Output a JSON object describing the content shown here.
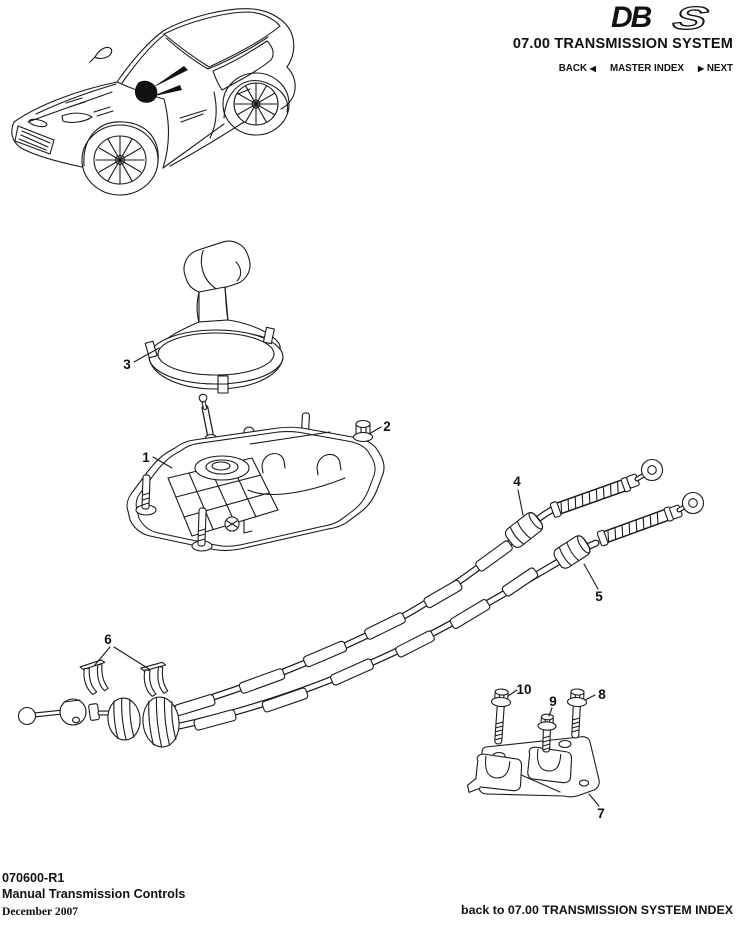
{
  "brand": {
    "logo_db": "DB",
    "logo_s": "S"
  },
  "header": {
    "title": "07.00 TRANSMISSION SYSTEM",
    "nav_back": "BACK",
    "nav_back_arrow": "◀",
    "nav_master_index": "MASTER INDEX",
    "nav_next_arrow": "▶",
    "nav_next": "NEXT"
  },
  "diagram": {
    "callouts": [
      "1",
      "2",
      "3",
      "4",
      "5",
      "6",
      "7",
      "8",
      "9",
      "10"
    ]
  },
  "footer": {
    "doc_code": "070600-R1",
    "doc_title": "Manual Transmission Controls",
    "date": "December 2007",
    "back_link": "back to 07.00 TRANSMISSION SYSTEM INDEX"
  },
  "colors": {
    "ink": "#1a1a1a",
    "paper": "#ffffff"
  }
}
